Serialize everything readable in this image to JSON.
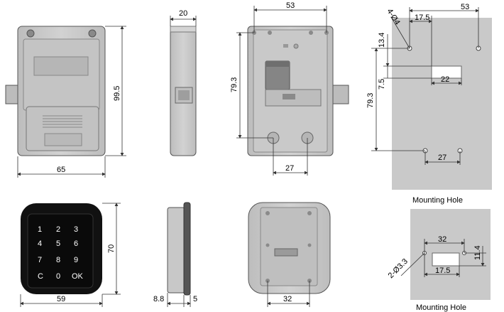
{
  "dimensions": {
    "lock_front_width": "65",
    "lock_front_height": "99.5",
    "lock_side_depth": "20",
    "lock_back_width": "53",
    "lock_back_hole_spacing_v": "79.3",
    "lock_back_hole_spacing_h": "27",
    "template_width": "53",
    "template_hole_dia": "4-Ø4",
    "template_hole_offset": "13.4",
    "template_slot_offset": "17.5",
    "template_slot_width": "22",
    "template_slot_gap": "7.5",
    "template_vertical": "79.3",
    "template_bottom_holes": "27",
    "keypad_width": "59",
    "keypad_height": "70",
    "keypad_side_depth_a": "8.8",
    "keypad_side_depth_b": "5",
    "keypad_back_width": "32",
    "template2_hole_spacing": "32",
    "template2_slot_height": "11.4",
    "template2_hole_dia": "2-Ø3.3",
    "template2_slot_offset": "17.5"
  },
  "captions": {
    "mounting_hole_top": "Mounting Hole",
    "mounting_hole_bottom": "Mounting Hole"
  },
  "keypad": {
    "keys": [
      "1",
      "2",
      "3",
      "4",
      "5",
      "6",
      "7",
      "8",
      "9",
      "C",
      "0",
      "OK"
    ]
  },
  "colors": {
    "body_gray": "#c8c8c8",
    "panel_gray": "#b3b3b3",
    "template_gray": "#c9c9c9",
    "keypad_black": "#111111"
  }
}
